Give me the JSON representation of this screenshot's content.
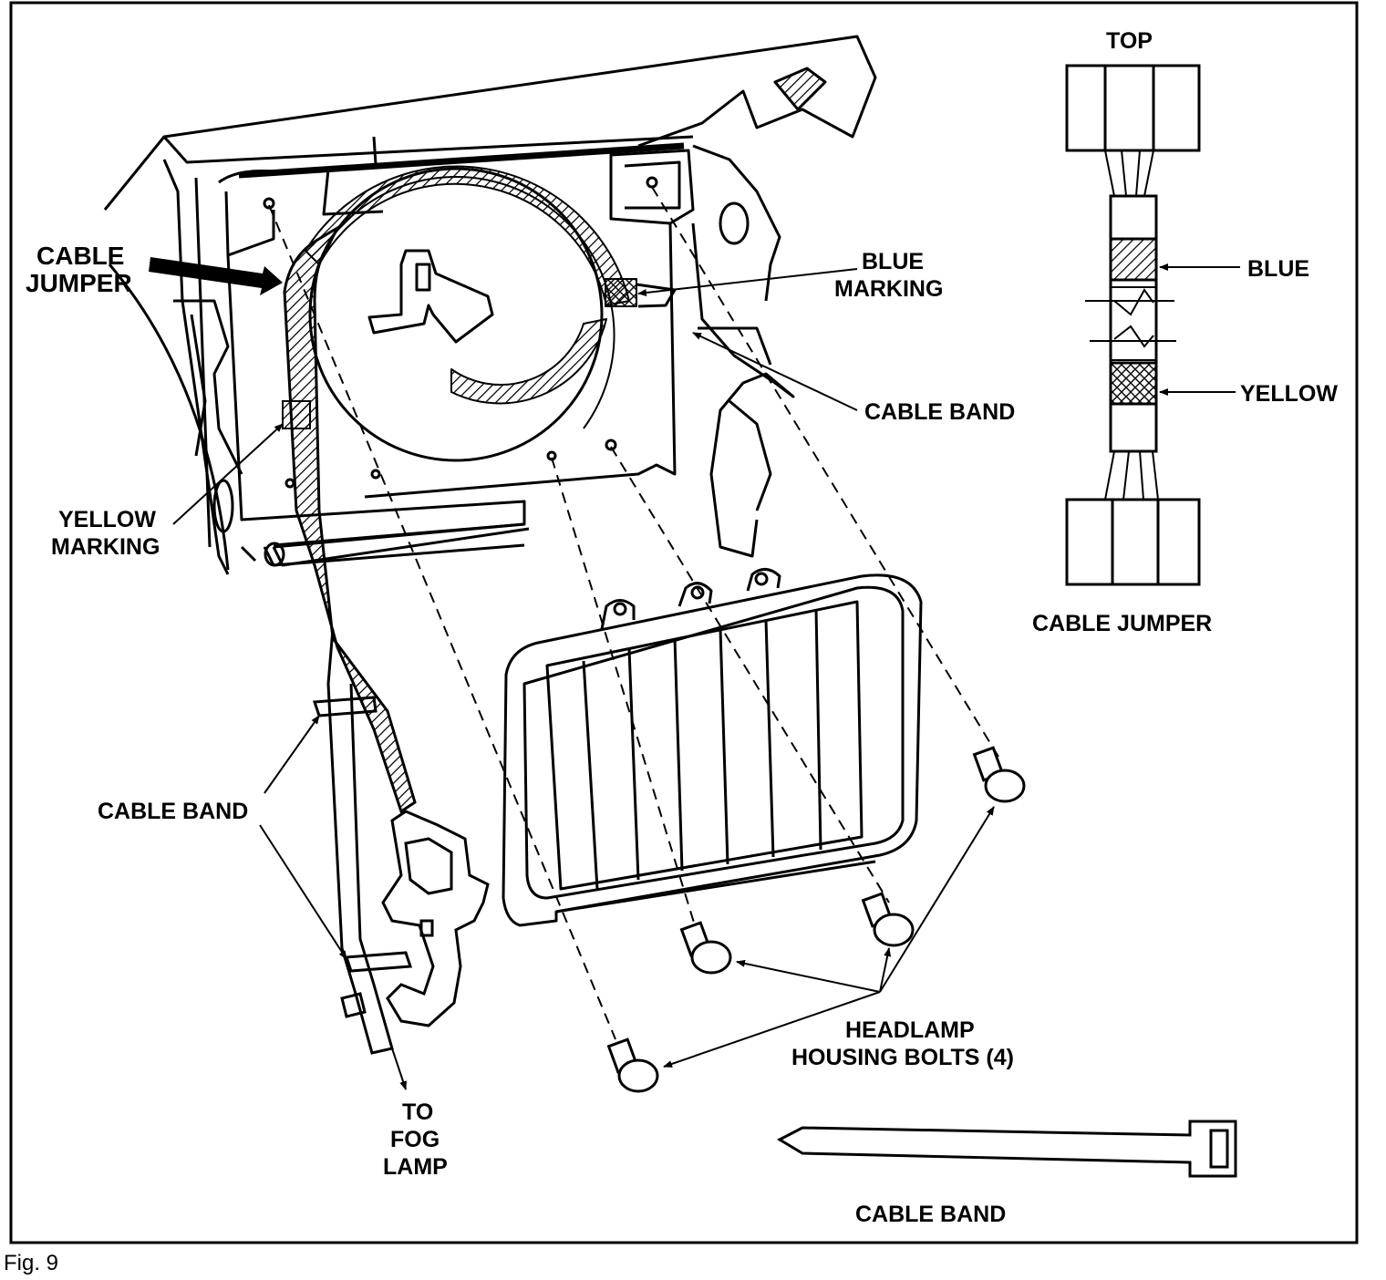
{
  "figure": {
    "caption": "Fig. 9",
    "labels": {
      "cable_jumper_main": [
        "CABLE",
        "JUMPER"
      ],
      "blue_marking": [
        "BLUE",
        "MARKING"
      ],
      "cable_band_upper": "CABLE BAND",
      "yellow_marking": [
        "YELLOW",
        "MARKING"
      ],
      "cable_band_left": "CABLE BAND",
      "to_fog_lamp": [
        "TO",
        "FOG",
        "LAMP"
      ],
      "headlamp_bolts": [
        "HEADLAMP",
        "HOUSING BOLTS (4)"
      ],
      "cable_band_bottom": "CABLE BAND"
    },
    "inset": {
      "top_label": "TOP",
      "blue_label": "BLUE",
      "yellow_label": "YELLOW",
      "title": "CABLE JUMPER"
    }
  }
}
